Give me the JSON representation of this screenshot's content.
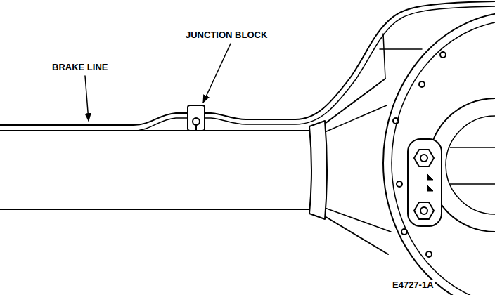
{
  "diagram": {
    "labels": [
      "BRAKE LINE",
      "JUNCTION BLOCK",
      "E4727-1A"
    ]
  }
}
